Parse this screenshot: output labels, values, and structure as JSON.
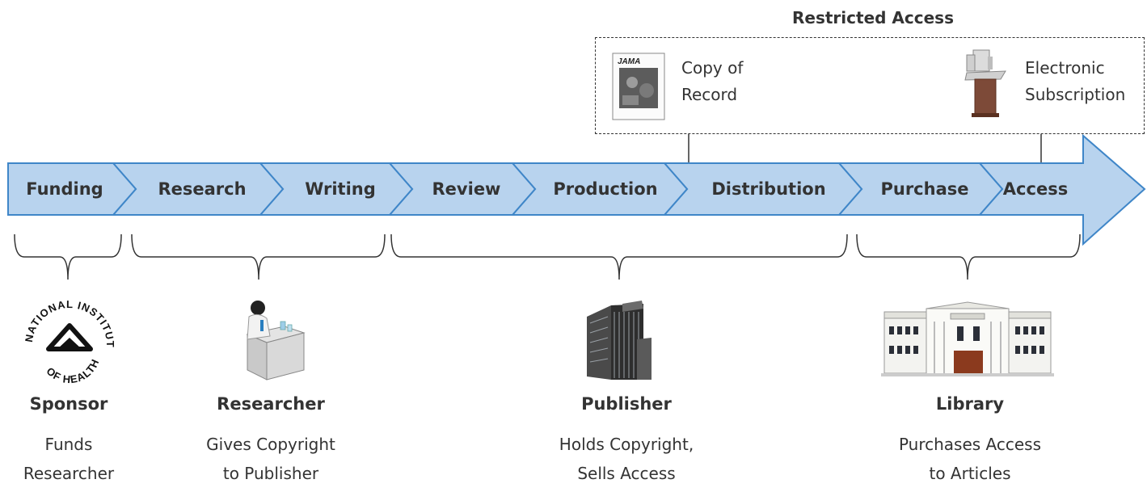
{
  "restricted_access": {
    "title": "Restricted Access",
    "copy_of_record": [
      "Copy of",
      "Record"
    ],
    "electronic_subscription": [
      "Electronic",
      "Subscription"
    ],
    "journal_name": "JAMA"
  },
  "stages": [
    "Funding",
    "Research",
    "Writing",
    "Review",
    "Production",
    "Distribution",
    "Purchase",
    "Access"
  ],
  "roles": [
    {
      "title": "Sponsor",
      "desc": [
        "Funds",
        "Researcher"
      ]
    },
    {
      "title": "Researcher",
      "desc": [
        "Gives Copyright",
        "to Publisher"
      ]
    },
    {
      "title": "Publisher",
      "desc": [
        "Holds Copyright,",
        "Sells Access"
      ]
    },
    {
      "title": "Library",
      "desc": [
        "Purchases Access",
        "to Articles"
      ]
    }
  ],
  "logo": {
    "text_top": "NATIONAL INSTITUTES",
    "text_bottom": "OF HEALTH"
  },
  "colors": {
    "arrow_fill": "#b8d3ee",
    "arrow_stroke": "#3f86c8",
    "text": "#333333"
  }
}
